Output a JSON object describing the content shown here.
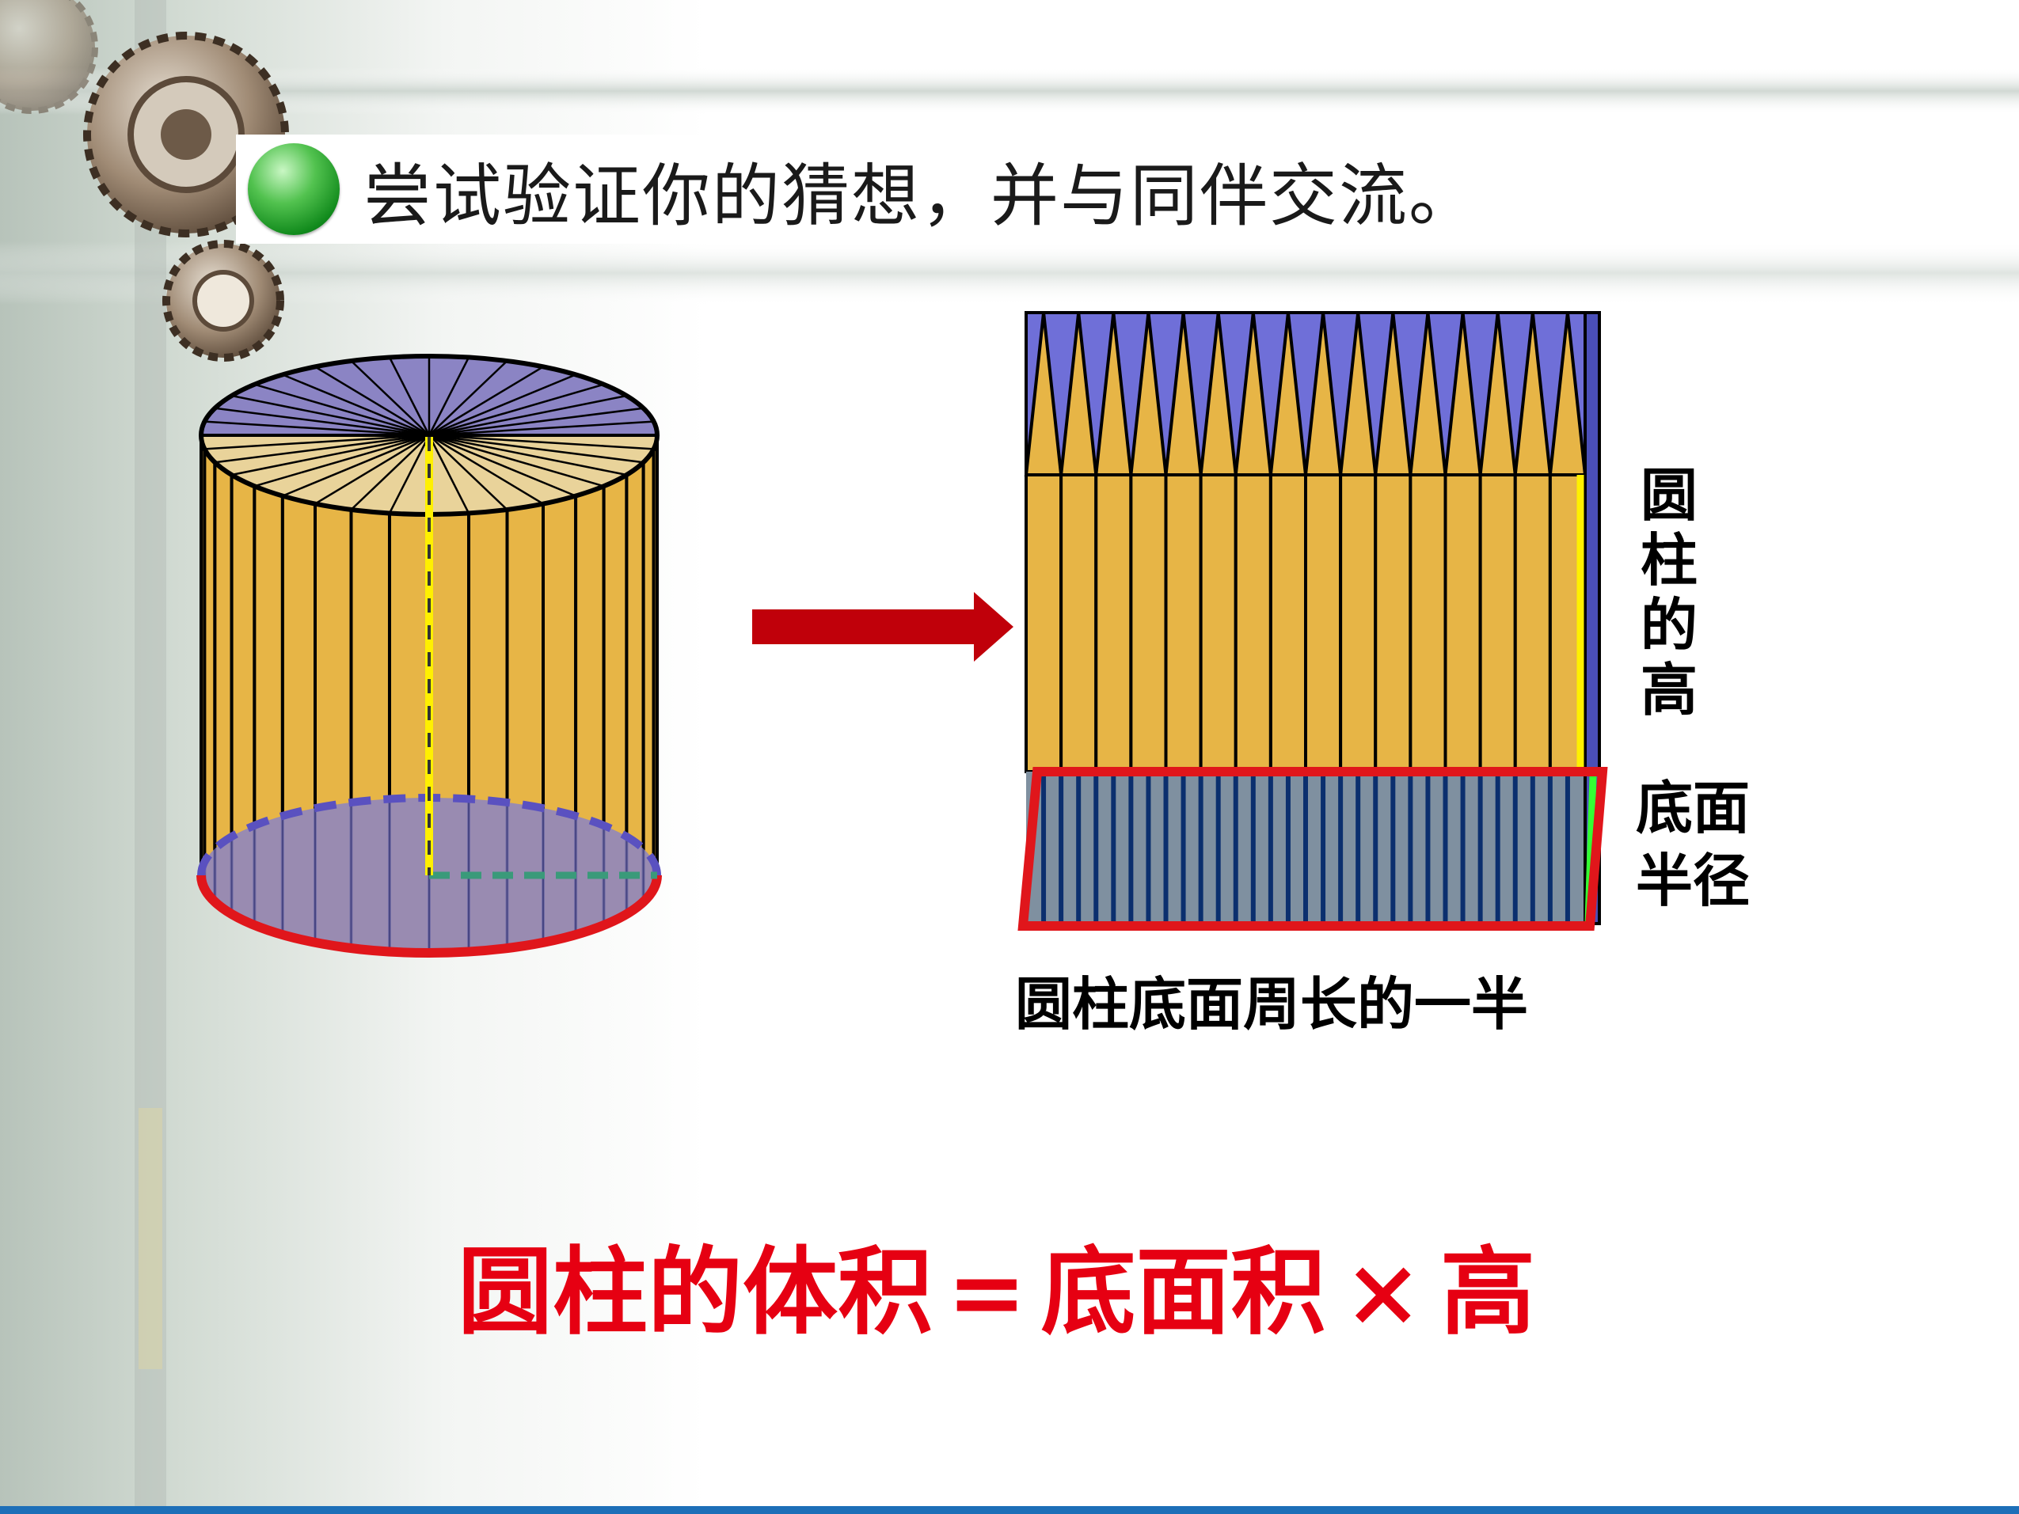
{
  "header": {
    "title": "尝试验证你的猜想，并与同伴交流。"
  },
  "labels": {
    "cylinder_height": "圆柱的高",
    "base_radius": "底面半径",
    "half_circumference": "圆柱底面周长的一半"
  },
  "formula": {
    "lhs": "圆柱的体积",
    "eq": "=",
    "base_area": "底面积",
    "times": "×",
    "height": "高"
  },
  "colors": {
    "strip_fill": "#e7b546",
    "top_fill": "#8b84c4",
    "base_fill": "#7f90a0",
    "highlight_red": "#e0161b",
    "arrow": "#c0000a",
    "height_line": "#fff000",
    "radius_line": "#33ff33",
    "accent_blue": "#1d6fb8"
  }
}
